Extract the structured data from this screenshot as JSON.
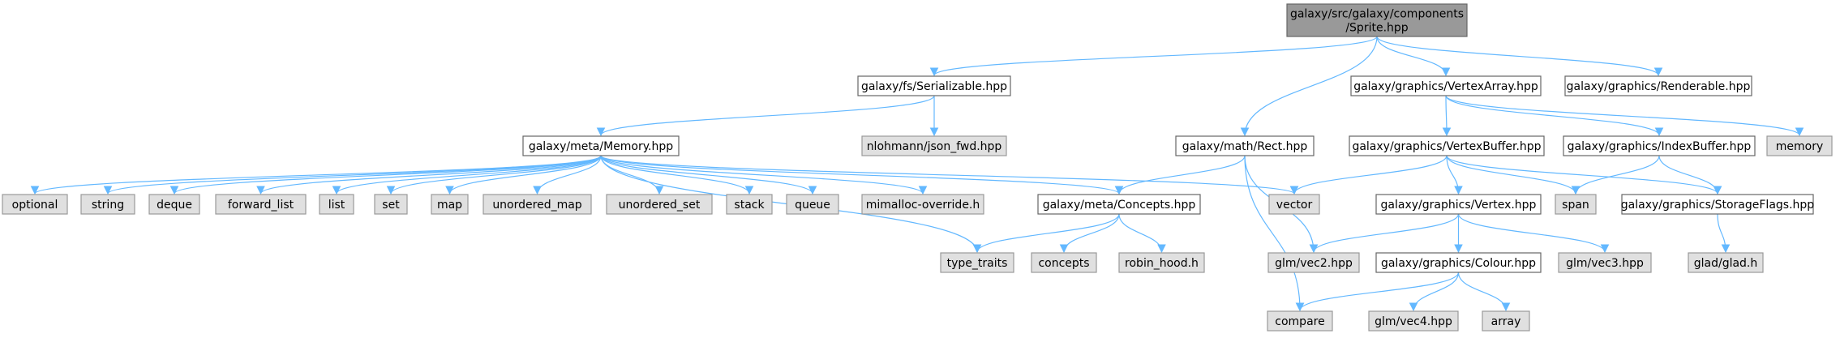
{
  "graph": {
    "colors": {
      "edge": "#63b8ff",
      "root_fill": "#999999",
      "root_stroke": "#666666",
      "local_fill": "#ffffff",
      "local_stroke": "#666666",
      "system_fill": "#e0e0e0",
      "system_stroke": "#999999"
    },
    "nodes": [
      {
        "id": "sprite",
        "lines": [
          "galaxy/src/galaxy/components",
          "/Sprite.hpp"
        ],
        "kind": "root"
      },
      {
        "id": "serializable",
        "lines": [
          "galaxy/fs/Serializable.hpp"
        ],
        "kind": "local"
      },
      {
        "id": "vertexarray",
        "lines": [
          "galaxy/graphics/VertexArray.hpp"
        ],
        "kind": "local"
      },
      {
        "id": "renderable",
        "lines": [
          "galaxy/graphics/Renderable.hpp"
        ],
        "kind": "local"
      },
      {
        "id": "memory_meta",
        "lines": [
          "galaxy/meta/Memory.hpp"
        ],
        "kind": "local"
      },
      {
        "id": "json_fwd",
        "lines": [
          "nlohmann/json_fwd.hpp"
        ],
        "kind": "system"
      },
      {
        "id": "rect",
        "lines": [
          "galaxy/math/Rect.hpp"
        ],
        "kind": "local"
      },
      {
        "id": "vertexbuffer",
        "lines": [
          "galaxy/graphics/VertexBuffer.hpp"
        ],
        "kind": "local"
      },
      {
        "id": "indexbuffer",
        "lines": [
          "galaxy/graphics/IndexBuffer.hpp"
        ],
        "kind": "local"
      },
      {
        "id": "memory",
        "lines": [
          "memory"
        ],
        "kind": "system"
      },
      {
        "id": "optional",
        "lines": [
          "optional"
        ],
        "kind": "system"
      },
      {
        "id": "string",
        "lines": [
          "string"
        ],
        "kind": "system"
      },
      {
        "id": "deque",
        "lines": [
          "deque"
        ],
        "kind": "system"
      },
      {
        "id": "forward_list",
        "lines": [
          "forward_list"
        ],
        "kind": "system"
      },
      {
        "id": "list",
        "lines": [
          "list"
        ],
        "kind": "system"
      },
      {
        "id": "set",
        "lines": [
          "set"
        ],
        "kind": "system"
      },
      {
        "id": "map",
        "lines": [
          "map"
        ],
        "kind": "system"
      },
      {
        "id": "unordered_map",
        "lines": [
          "unordered_map"
        ],
        "kind": "system"
      },
      {
        "id": "unordered_set",
        "lines": [
          "unordered_set"
        ],
        "kind": "system"
      },
      {
        "id": "stack",
        "lines": [
          "stack"
        ],
        "kind": "system"
      },
      {
        "id": "queue",
        "lines": [
          "queue"
        ],
        "kind": "system"
      },
      {
        "id": "mimalloc",
        "lines": [
          "mimalloc-override.h"
        ],
        "kind": "system"
      },
      {
        "id": "concepts_meta",
        "lines": [
          "galaxy/meta/Concepts.hpp"
        ],
        "kind": "local"
      },
      {
        "id": "vector",
        "lines": [
          "vector"
        ],
        "kind": "system"
      },
      {
        "id": "vertex",
        "lines": [
          "galaxy/graphics/Vertex.hpp"
        ],
        "kind": "local"
      },
      {
        "id": "span",
        "lines": [
          "span"
        ],
        "kind": "system"
      },
      {
        "id": "storageflags",
        "lines": [
          "galaxy/graphics/StorageFlags.hpp"
        ],
        "kind": "local"
      },
      {
        "id": "type_traits",
        "lines": [
          "type_traits"
        ],
        "kind": "system"
      },
      {
        "id": "concepts",
        "lines": [
          "concepts"
        ],
        "kind": "system"
      },
      {
        "id": "robin_hood",
        "lines": [
          "robin_hood.h"
        ],
        "kind": "system"
      },
      {
        "id": "vec2",
        "lines": [
          "glm/vec2.hpp"
        ],
        "kind": "system"
      },
      {
        "id": "colour",
        "lines": [
          "galaxy/graphics/Colour.hpp"
        ],
        "kind": "local"
      },
      {
        "id": "vec3",
        "lines": [
          "glm/vec3.hpp"
        ],
        "kind": "system"
      },
      {
        "id": "glad",
        "lines": [
          "glad/glad.h"
        ],
        "kind": "system"
      },
      {
        "id": "compare",
        "lines": [
          "compare"
        ],
        "kind": "system"
      },
      {
        "id": "vec4",
        "lines": [
          "glm/vec4.hpp"
        ],
        "kind": "system"
      },
      {
        "id": "array",
        "lines": [
          "array"
        ],
        "kind": "system"
      }
    ],
    "edges": [
      [
        "sprite",
        "serializable"
      ],
      [
        "sprite",
        "rect"
      ],
      [
        "sprite",
        "vertexarray"
      ],
      [
        "sprite",
        "renderable"
      ],
      [
        "serializable",
        "memory_meta"
      ],
      [
        "serializable",
        "json_fwd"
      ],
      [
        "memory_meta",
        "optional"
      ],
      [
        "memory_meta",
        "string"
      ],
      [
        "memory_meta",
        "deque"
      ],
      [
        "memory_meta",
        "forward_list"
      ],
      [
        "memory_meta",
        "list"
      ],
      [
        "memory_meta",
        "set"
      ],
      [
        "memory_meta",
        "map"
      ],
      [
        "memory_meta",
        "unordered_map"
      ],
      [
        "memory_meta",
        "unordered_set"
      ],
      [
        "memory_meta",
        "stack"
      ],
      [
        "memory_meta",
        "queue"
      ],
      [
        "memory_meta",
        "mimalloc"
      ],
      [
        "memory_meta",
        "concepts_meta"
      ],
      [
        "memory_meta",
        "vector"
      ],
      [
        "memory_meta",
        "type_traits"
      ],
      [
        "concepts_meta",
        "type_traits"
      ],
      [
        "concepts_meta",
        "concepts"
      ],
      [
        "concepts_meta",
        "robin_hood"
      ],
      [
        "rect",
        "concepts_meta"
      ],
      [
        "rect",
        "vec2"
      ],
      [
        "rect",
        "compare"
      ],
      [
        "vertexarray",
        "vertexbuffer"
      ],
      [
        "vertexarray",
        "indexbuffer"
      ],
      [
        "vertexarray",
        "memory"
      ],
      [
        "vertexbuffer",
        "vector"
      ],
      [
        "vertexbuffer",
        "vertex"
      ],
      [
        "vertexbuffer",
        "span"
      ],
      [
        "vertexbuffer",
        "storageflags"
      ],
      [
        "indexbuffer",
        "span"
      ],
      [
        "indexbuffer",
        "storageflags"
      ],
      [
        "vertex",
        "vec2"
      ],
      [
        "vertex",
        "colour"
      ],
      [
        "vertex",
        "vec3"
      ],
      [
        "colour",
        "compare"
      ],
      [
        "colour",
        "vec4"
      ],
      [
        "colour",
        "array"
      ],
      [
        "storageflags",
        "glad"
      ]
    ]
  }
}
